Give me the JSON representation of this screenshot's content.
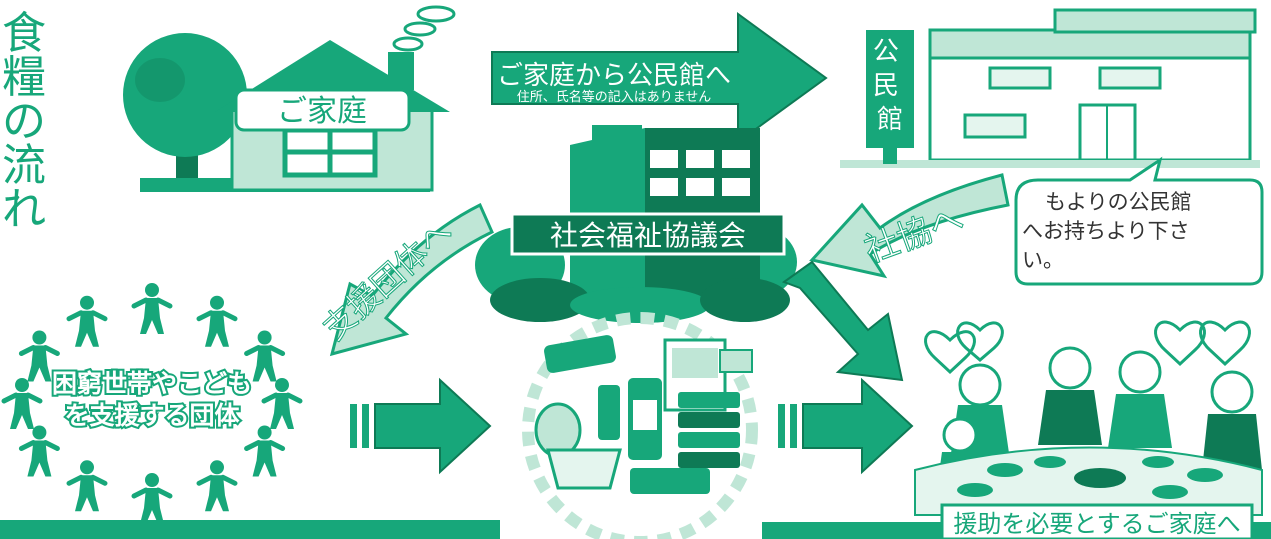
{
  "colors": {
    "green": "#17a77a",
    "dark_green": "#0e7a55",
    "light_green": "#bfe6d6",
    "pale_green": "#e4f5ee"
  },
  "title": "食糧の流れ",
  "home": {
    "label": "ご家庭"
  },
  "arrow_home_to_hall": {
    "main": "ご家庭から公民館へ",
    "sub": "住所、氏名等の記入はありません"
  },
  "hall": {
    "sign": "公民館"
  },
  "note": {
    "lines": [
      "もよりの公民館",
      "へお持ちより下さ",
      "い。"
    ]
  },
  "arrow_to_council": {
    "label": "社協へ"
  },
  "council": {
    "label": "社会福祉協議会"
  },
  "arrow_to_groups": {
    "label": "支援団体へ"
  },
  "groups": {
    "line1": "困窮世帯やこども",
    "line2": "を支援する団体"
  },
  "families": {
    "label": "援助を必要とするご家庭へ"
  },
  "icons": [
    "house-icon",
    "tree-icon",
    "community-hall-icon",
    "council-building-icon",
    "food-items-icon",
    "people-circle-icon",
    "family-dining-icon",
    "heart-icon"
  ]
}
